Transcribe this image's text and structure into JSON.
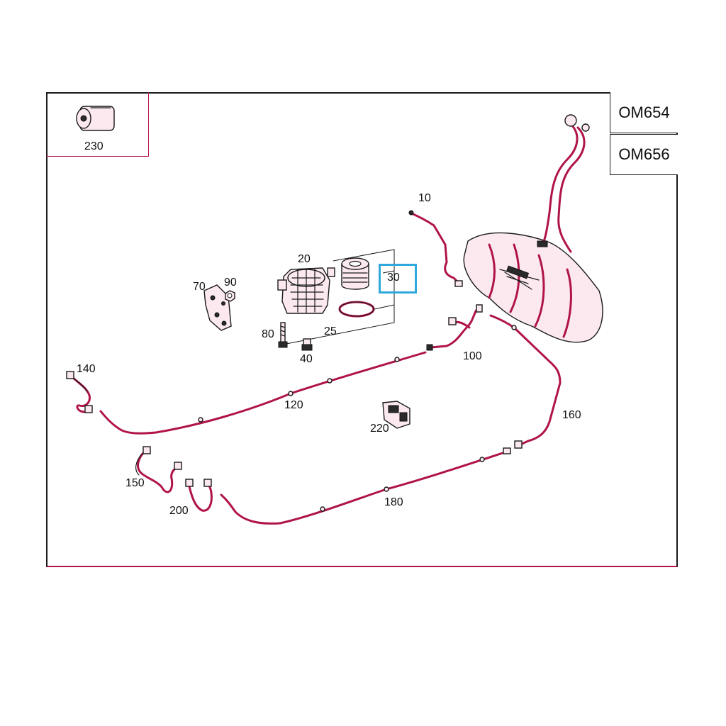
{
  "variants": [
    {
      "label": "OM654"
    },
    {
      "label": "OM656"
    }
  ],
  "callouts": {
    "p10": "10",
    "p20": "20",
    "p25": "25",
    "p30": "30",
    "p40": "40",
    "p70": "70",
    "p80": "80",
    "p90": "90",
    "p100": "100",
    "p120": "120",
    "p140": "140",
    "p150": "150",
    "p160": "160",
    "p180": "180",
    "p200": "200",
    "p220": "220",
    "p230": "230"
  },
  "highlighted_callout": "30",
  "colors": {
    "line_art": "#b01447",
    "outline": "#1a1a1a",
    "highlight": "#2fa8dc"
  }
}
